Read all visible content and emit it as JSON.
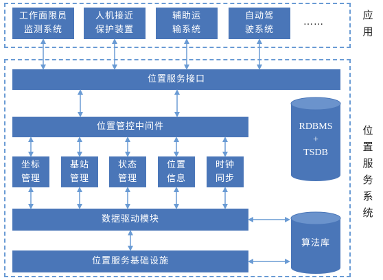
{
  "layers": {
    "application": {
      "label": "应\n用",
      "apps": [
        "工作面限员\n监测系统",
        "人机接近\n保护装置",
        "辅助运\n输系统",
        "自动驾\n驶系统"
      ],
      "more": "……"
    },
    "service": {
      "label": "位\n置\n服\n务\n系\n统",
      "interface": "位置服务接口",
      "middleware": "位置管控中间件",
      "modules": [
        "坐标\n管理",
        "基站\n管理",
        "状态\n管理",
        "位置\n信息",
        "时钟\n同步"
      ],
      "driver": "数据驱动模块",
      "infrastructure": "位置服务基础设施",
      "db_main": "RDBMS\n+\nTSDB",
      "db_algo": "算法库"
    }
  },
  "colors": {
    "box": "#4a76b8",
    "dash": "#6a9bd4",
    "arrow": "#6a9bd4",
    "cylinder": "#4a76b8"
  }
}
